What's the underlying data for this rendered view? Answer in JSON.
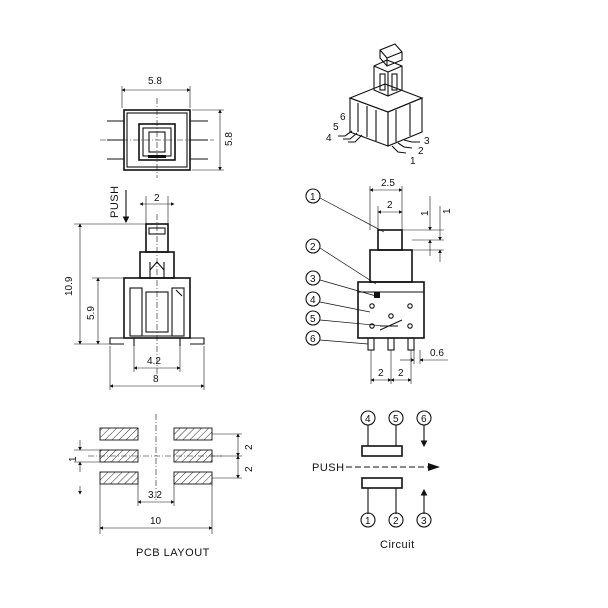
{
  "top_view": {
    "width_label": "5.8",
    "height_label": "5.8"
  },
  "side_view": {
    "push_label": "PUSH",
    "stem_width": "2",
    "total_height": "10.9",
    "body_height": "5.9",
    "pin_span": "4.2",
    "overall_width": "8"
  },
  "right_view": {
    "dims": {
      "stem_outer": "2.5",
      "stem_inner": "2",
      "travel_a": "1",
      "travel_b": "1",
      "lead": "0.6",
      "pitch_a": "2",
      "pitch_b": "2"
    },
    "callouts": [
      "1",
      "2",
      "3",
      "4",
      "5",
      "6"
    ]
  },
  "iso_view": {
    "pins": [
      "6",
      "5",
      "4",
      "3",
      "2",
      "1"
    ]
  },
  "pcb_layout": {
    "caption": "PCB LAYOUT",
    "pitch_1": "2",
    "pitch_2": "2",
    "pad_height": "1",
    "pad_gap": "3.2",
    "overall": "10"
  },
  "circuit": {
    "caption": "Circuit",
    "push_label": "PUSH",
    "top_pins": [
      "4",
      "5",
      "6"
    ],
    "bottom_pins": [
      "1",
      "2",
      "3"
    ]
  }
}
